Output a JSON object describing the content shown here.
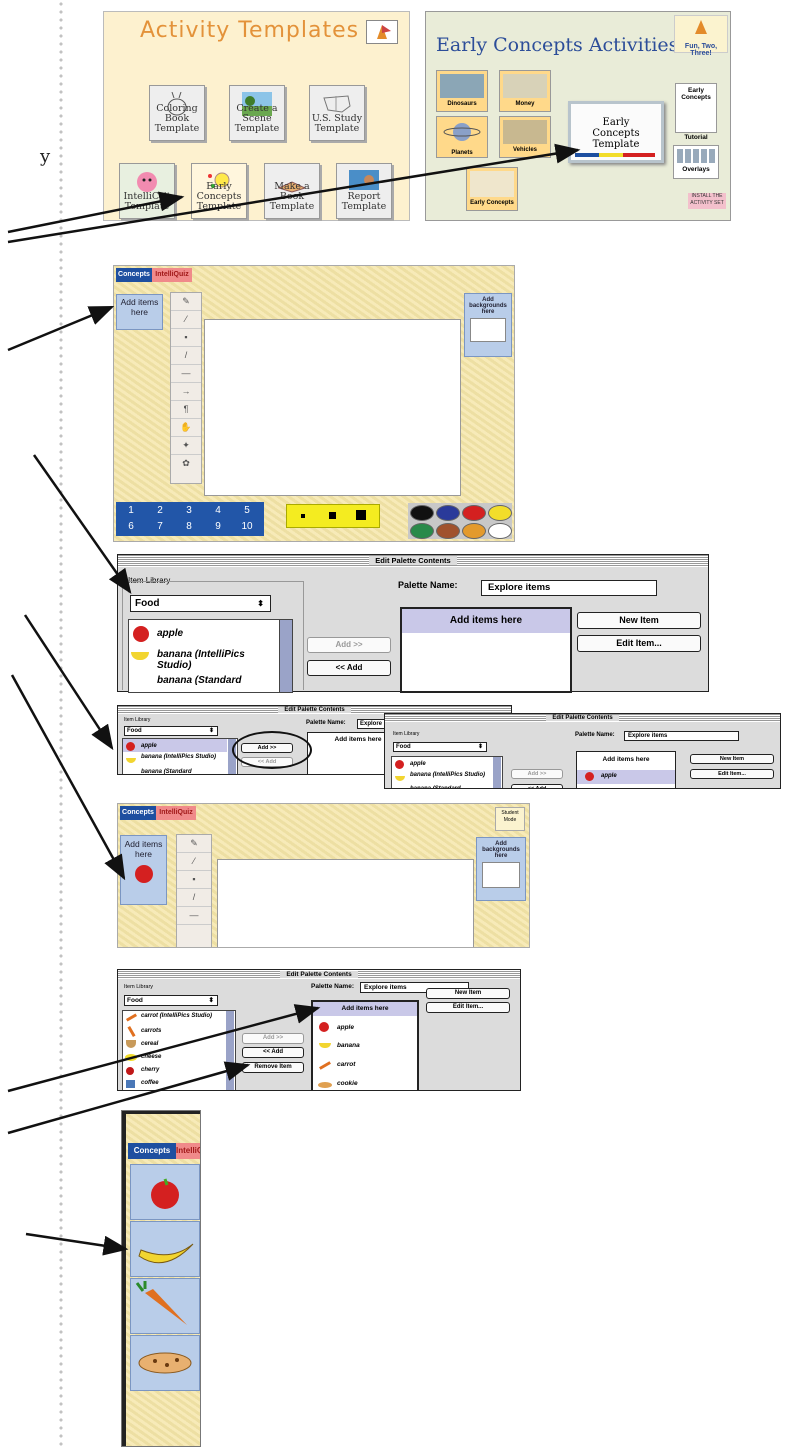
{
  "activity_templates": {
    "title": "Activity Templates",
    "tiles": [
      "Coloring Book Template",
      "Create a Scene Template",
      "U.S. Study Template",
      "IntelliCrit Template",
      "Early Concepts Template",
      "Make a Book Template",
      "Report Template"
    ]
  },
  "early_concepts": {
    "title": "Early Concepts Activities",
    "brand": "Fun, Two, Three!",
    "thumbs": [
      "Dinosaurs",
      "Money",
      "Planets",
      "Vehicles",
      "Early Concepts"
    ],
    "template_label": "Early Concepts Template",
    "right_items": [
      "Early Concepts",
      "Tutorial",
      "Overlays"
    ],
    "install": "INSTALL THE ACTIVITY SET"
  },
  "editor": {
    "tab_concepts": "Concepts",
    "tab_quiz": "IntelliQuiz",
    "add_items": "Add items here",
    "add_backgrounds": "Add backgrounds here",
    "numbers": [
      "1",
      "2",
      "3",
      "4",
      "5",
      "6",
      "7",
      "8",
      "9",
      "10"
    ],
    "student_mode": "Student Mode"
  },
  "palette": {
    "title": "Edit Palette Contents",
    "library_label": "Item Library",
    "category": "Food",
    "name_label": "Palette Name:",
    "name_value": "Explore items",
    "add_btn": "Add >>",
    "back_btn": "<< Add",
    "remove_btn": "Remove Item",
    "new_btn": "New Item",
    "edit_btn": "Edit Item...",
    "list_header": "Add items here",
    "library_items": [
      "apple",
      "banana (IntelliPics Studio)",
      "banana (Standard"
    ],
    "library_items2": [
      "carrot (IntelliPics Studio)",
      "carrots",
      "cereal",
      "cheese",
      "cherry",
      "coffee"
    ],
    "selected_items": [
      "apple",
      "banana",
      "carrot",
      "cookie"
    ]
  },
  "colors": {
    "tab_blue": "#1e4fa0",
    "tab_pink": "#f08a8a",
    "parchment": "#f5e6a8",
    "item_box": "#b9cde9",
    "swatches": [
      "#111111",
      "#2a3a9a",
      "#d42020",
      "#f2dd2a",
      "#2a8a4a",
      "#a0522d",
      "#e39a2c",
      "#ffffff"
    ]
  }
}
